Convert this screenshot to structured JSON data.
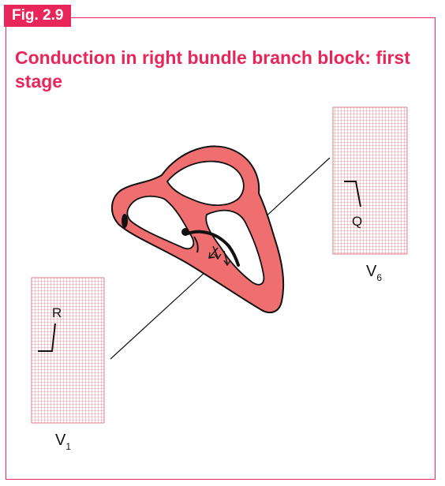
{
  "figure": {
    "tag": "Fig. 2.9",
    "title": "Conduction in right bundle branch block: first stage"
  },
  "leads": {
    "v1": {
      "name": "V",
      "sub": "1",
      "wave_label": "R"
    },
    "v6": {
      "name": "V",
      "sub": "6",
      "wave_label": "Q"
    }
  },
  "colors": {
    "accent": "#e8265a",
    "heart_fill": "#ef6f70",
    "grid": "#e07b88"
  }
}
